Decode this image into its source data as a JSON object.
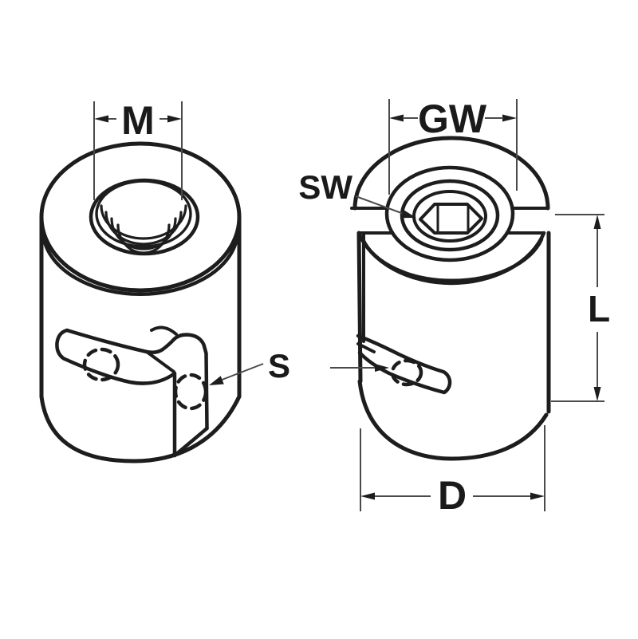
{
  "drawing": {
    "title": "wire-rope-clamp-technical-drawing",
    "background_color": "#ffffff",
    "line_color": "#1d1d1d",
    "dimension_line_color": "#4a4a4a",
    "label_color": "#1a1a1a",
    "labels": {
      "thread": "M",
      "clamp_screw_thread": "GW",
      "hex_socket": "SW",
      "rope_slot": "S",
      "length": "L",
      "diameter": "D"
    }
  }
}
